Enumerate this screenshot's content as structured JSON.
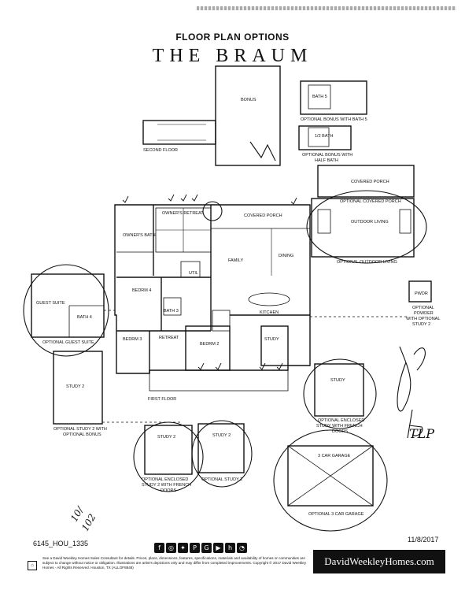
{
  "header": {
    "title": "FLOOR PLAN OPTIONS",
    "plan_name": "THE BRAUM"
  },
  "rooms": {
    "bonus": "BONUS",
    "second_floor": "SECOND FLOOR",
    "bath5": "BATH 5",
    "half_bath": "1/2 BATH",
    "covered_porch_top": "COVERED PORCH",
    "outdoor_living": "OUTDOOR LIVING",
    "owners_retreat": "OWNER'S RETREAT",
    "owners_bath": "OWNER'S BATH",
    "covered_porch": "COVERED PORCH",
    "family": "FAMILY",
    "dining": "DINING",
    "kitchen": "KITCHEN",
    "bedrm4": "BEDRM 4",
    "util": "UTIL",
    "bath3": "BATH 3",
    "bedrm3": "BEDRM 3",
    "retreat": "RETREAT",
    "bedrm2": "BEDRM 2",
    "study": "STUDY",
    "pwdr": "PWDR",
    "guest_suite": "GUEST SUITE",
    "bath4": "BATH 4",
    "study2": "STUDY 2",
    "first_floor": "FIRST FLOOR",
    "study_opt": "STUDY",
    "study2_a": "STUDY 2",
    "study2_b": "STUDY 2",
    "garage": "3 CAR GARAGE"
  },
  "options": {
    "bonus_bath5": "OPTIONAL BONUS WITH BATH 5",
    "bonus_half_bath_1": "OPTIONAL BONUS WITH",
    "bonus_half_bath_2": "HALF BATH",
    "covered_porch": "OPTIONAL COVERED PORCH",
    "outdoor_living": "OPTIONAL OUTDOOR LIVING",
    "powder_1": "OPTIONAL",
    "powder_2": "POWDER",
    "powder_3": "WITH OPTIONAL",
    "powder_4": "STUDY 2",
    "guest_suite": "OPTIONAL GUEST SUITE",
    "study2_bonus_1": "OPTIONAL STUDY 2 WITH",
    "study2_bonus_2": "OPTIONAL BONUS",
    "enclosed_study_1": "OPTIONAL ENCLOSED",
    "enclosed_study_2": "STUDY WITH FRENCH",
    "enclosed_study_3": "DOORS",
    "enclosed_study2_1": "OPTIONAL ENCLOSED",
    "enclosed_study2_2": "STUDY 2 WITH FRENCH",
    "enclosed_study2_3": "DOORS",
    "optional_study2": "OPTIONAL STUDY 2",
    "garage": "OPTIONAL 3 CAR GARAGE"
  },
  "handwriting": {
    "initials": "TLP",
    "fraction_top": "10/",
    "fraction_bottom": "102"
  },
  "footer": {
    "plan_code": "6145_HOU_1335",
    "date": "11/8/2017",
    "disclaimer": "See a David Weekley Homes Sales Consultant for details. Prices, plans, dimensions, features, specifications, materials and availability of homes or communities are subject to change without notice or obligation. Illustrations are artist's depictions only and may differ from completed improvements. Copyright © 2017 David Weekley Homes - All Rights Reserved. Houston, TX (ALLOF8848)",
    "brand": "DavidWeekleyHomes.com",
    "social_icons": [
      "facebook-icon",
      "instagram-icon",
      "twitter-icon",
      "pinterest-icon",
      "google-plus-icon",
      "youtube-icon",
      "houzz-icon",
      "rss-icon"
    ]
  }
}
